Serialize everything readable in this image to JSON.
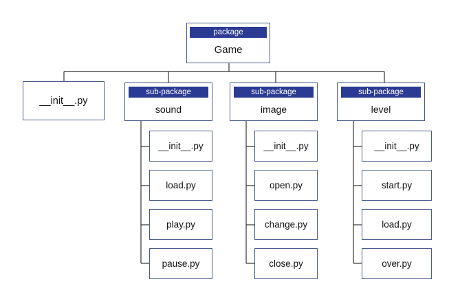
{
  "root": {
    "tag": "package",
    "name": "Game"
  },
  "top_file": "__init__.py",
  "subpackages": [
    {
      "tag": "sub-package",
      "name": "sound",
      "files": [
        "__init__.py",
        "load.py",
        "play.py",
        "pause.py"
      ]
    },
    {
      "tag": "sub-package",
      "name": "image",
      "files": [
        "__init__.py",
        "open.py",
        "change.py",
        "close.py"
      ]
    },
    {
      "tag": "sub-package",
      "name": "level",
      "files": [
        "__init__.py",
        "start.py",
        "load.py",
        "over.py"
      ]
    }
  ],
  "colors": {
    "tag_bg": "#2b3a93",
    "border": "#4a5a8a",
    "line": "#333333"
  }
}
